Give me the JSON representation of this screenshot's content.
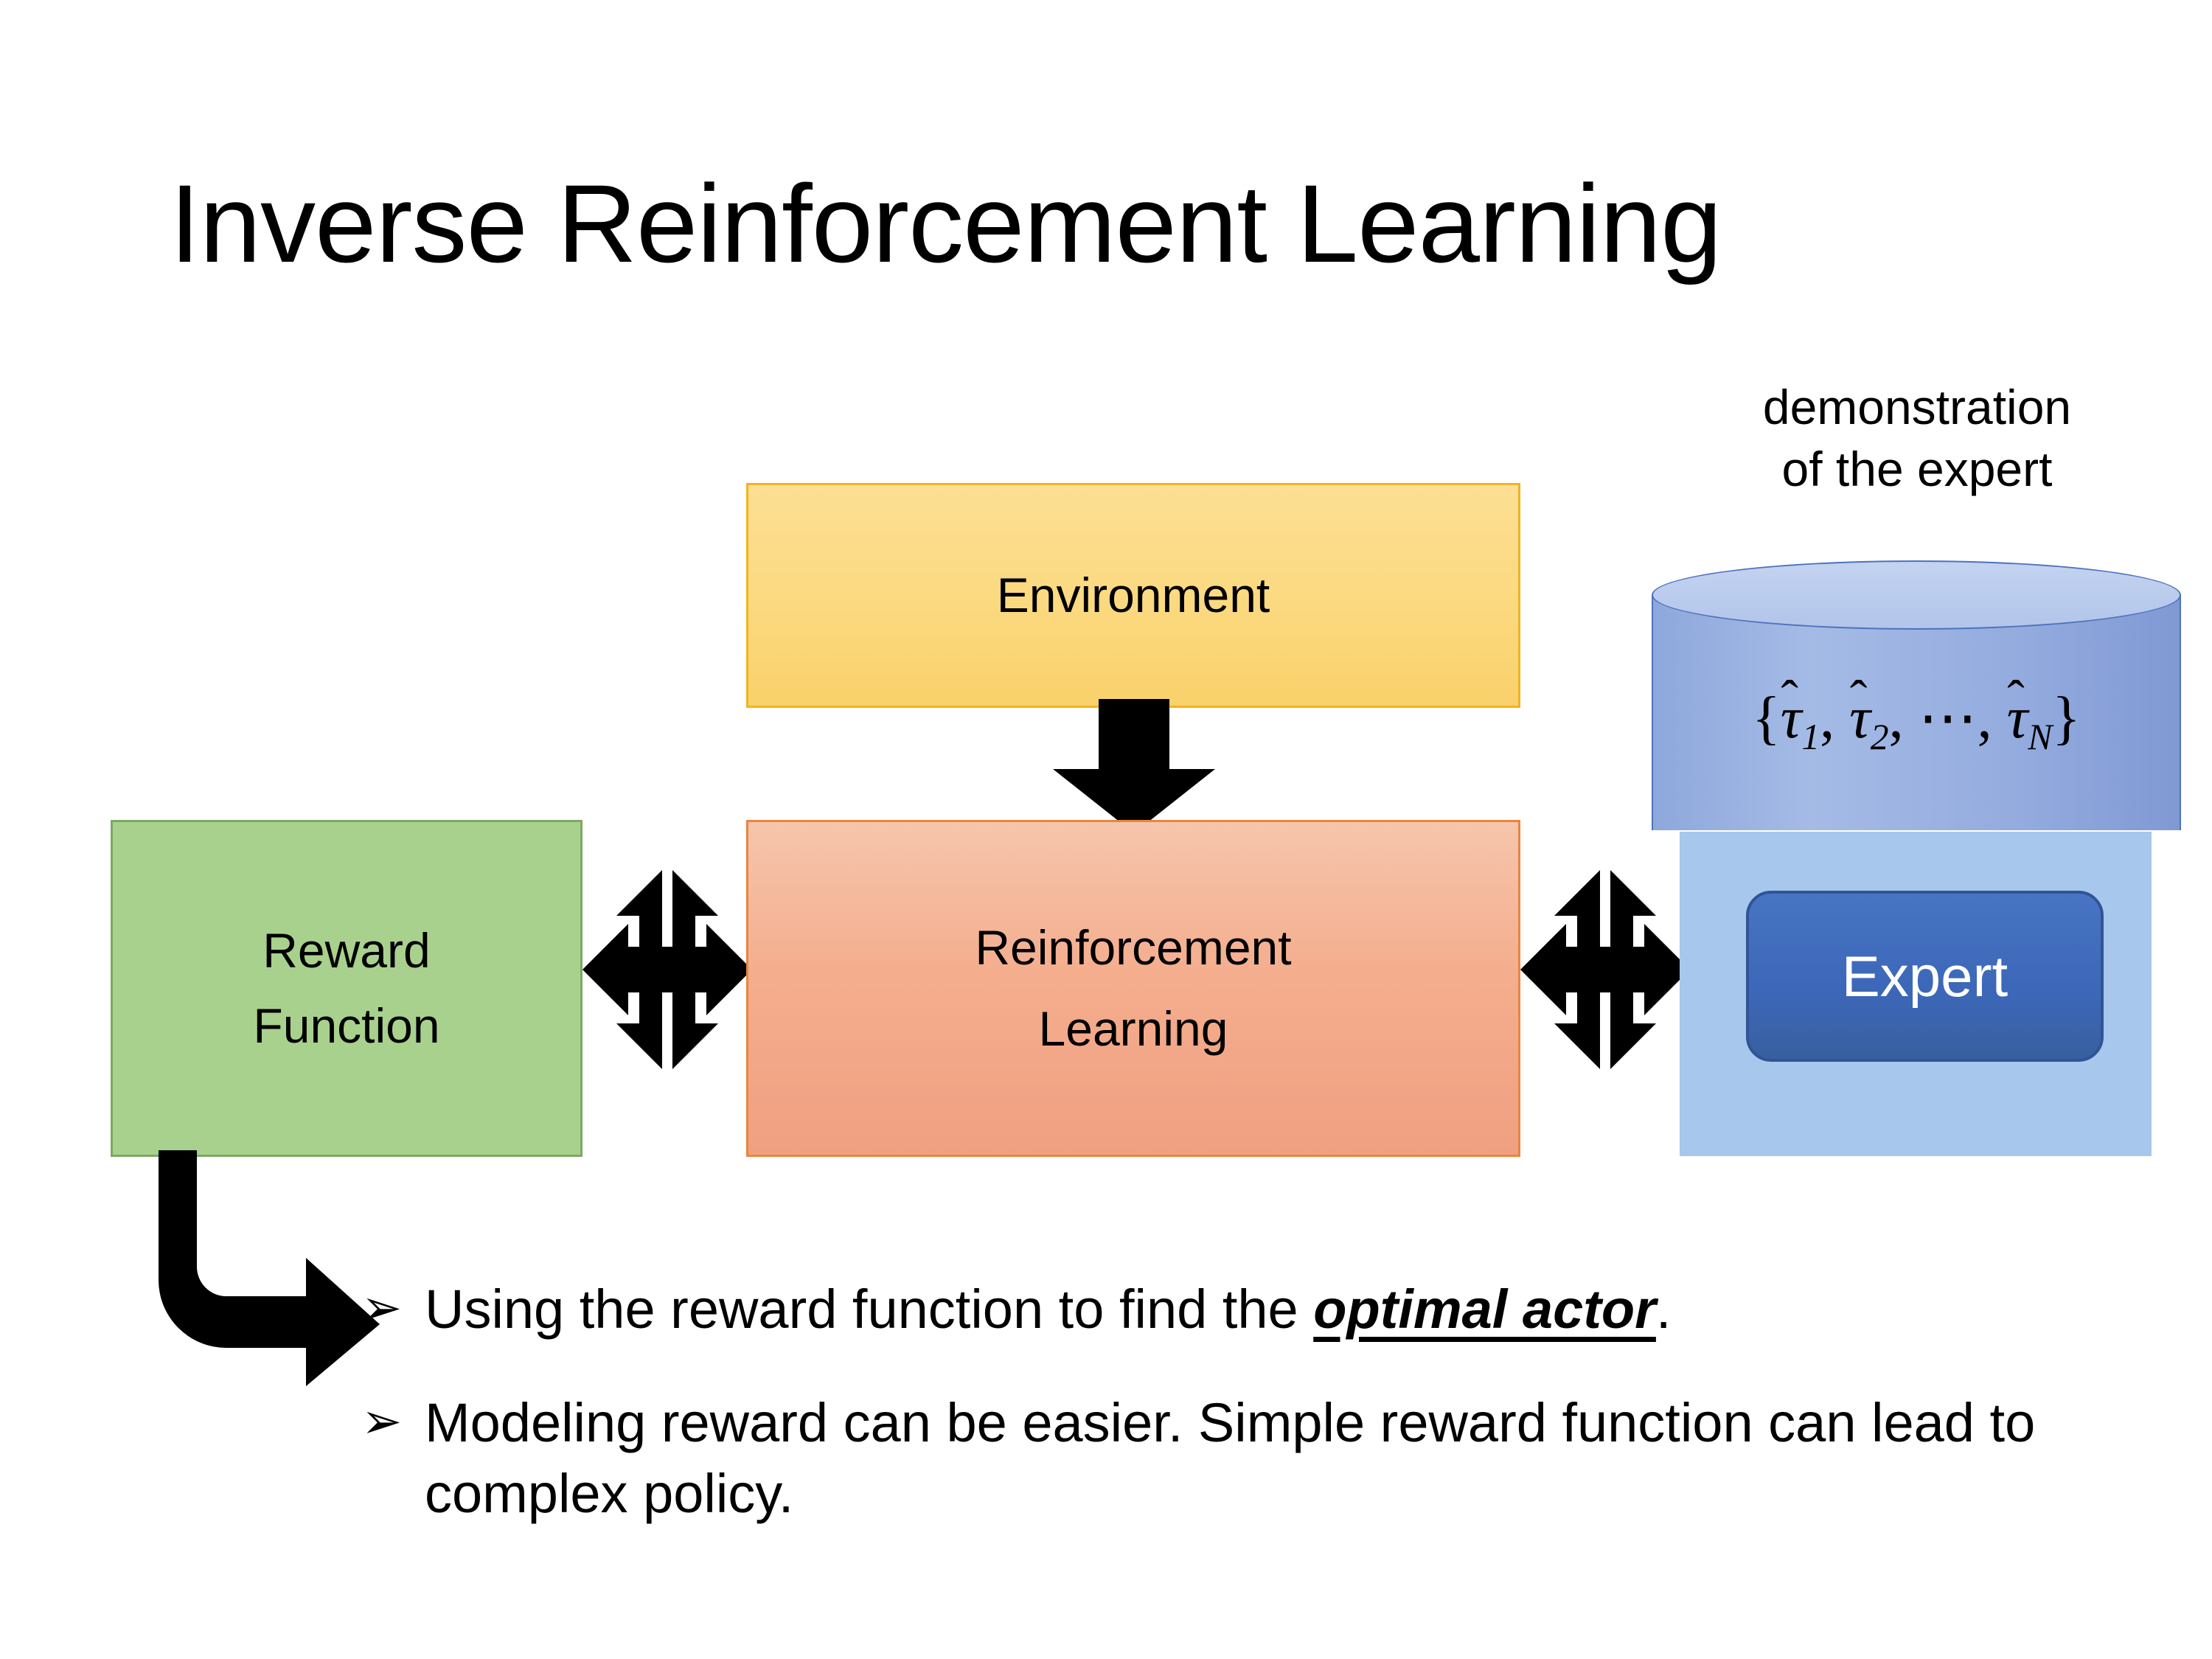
{
  "slide": {
    "title": "Inverse Reinforcement Learning",
    "background_color": "#FFFFFF"
  },
  "diagram": {
    "environment_box": {
      "label": "Environment",
      "fill_color": "#FBD97F",
      "border_color": "#F0B323"
    },
    "reinforcement_learning_box": {
      "label_line1": "Reinforcement",
      "label_line2": "Learning",
      "fill_color": "#F4AE8E",
      "border_color": "#E8853E"
    },
    "reward_function_box": {
      "label_line1": "Reward",
      "label_line2": "Function",
      "fill_color": "#A9D18E",
      "border_color": "#7DA864"
    },
    "expert_panel": {
      "fill_color": "#A7C7EC"
    },
    "expert_chip": {
      "label": "Expert",
      "fill_color": "#3C67B8",
      "border_color": "#2F5597",
      "text_color": "#FFFFFF"
    },
    "demonstration_cylinder": {
      "caption_line1": "demonstration",
      "caption_line2": "of the expert",
      "set_open": "{",
      "tau_hat": "τ",
      "hat": "ˆ",
      "sub_1": "1",
      "sub_2": "2",
      "ellipsis": "⋯",
      "sub_n": "N",
      "comma": ",",
      "set_close": "}",
      "body_color": "#93ABDE",
      "top_color": "#B9CCEC",
      "edge_color": "#4E72BE"
    },
    "arrows": {
      "environment_to_rl": "down-arrow-icon",
      "reward_to_rl": "double-headed-compass-arrow-icon",
      "rl_to_expert": "double-headed-compass-arrow-icon",
      "reward_to_bullets": "elbow-arrow-icon",
      "color": "#000000"
    }
  },
  "bullets": {
    "marker": "➢",
    "items": [
      {
        "prefix": "Using the reward function to find the ",
        "emphasis": "optimal actor",
        "suffix": "."
      },
      {
        "prefix": "Modeling reward can be easier. Simple reward function can lead to complex policy.",
        "emphasis": "",
        "suffix": ""
      }
    ]
  }
}
